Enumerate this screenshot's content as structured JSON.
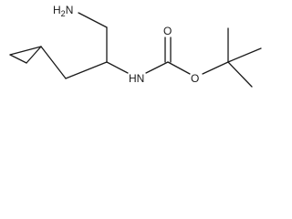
{
  "molecule": {
    "atoms": {
      "amine_label": "H2N",
      "amine_h": "H",
      "amine_sub": "2",
      "amine_n": "N",
      "carbamate_nh": "HN",
      "carbonyl_o": "O",
      "ether_o": "O"
    }
  },
  "colors": {
    "bond": "#1a1a1a",
    "background": "#ffffff"
  }
}
